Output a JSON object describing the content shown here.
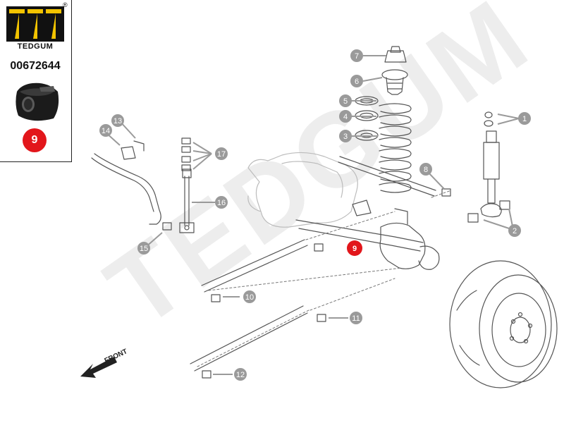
{
  "brand": {
    "name": "TEDGUM",
    "registered_mark": "®",
    "watermark": "TEDGUM"
  },
  "product": {
    "part_number": "00672644",
    "highlighted_callout": "9"
  },
  "callouts": [
    "1",
    "2",
    "3",
    "4",
    "5",
    "6",
    "7",
    "8",
    "9",
    "10",
    "11",
    "12",
    "13",
    "14",
    "15",
    "16",
    "17"
  ],
  "direction_label": "FRONT",
  "colors": {
    "highlight": "#e2161b",
    "callout_grey": "#9a9a9a",
    "line_art": "#555555",
    "watermark": "#ececec"
  }
}
